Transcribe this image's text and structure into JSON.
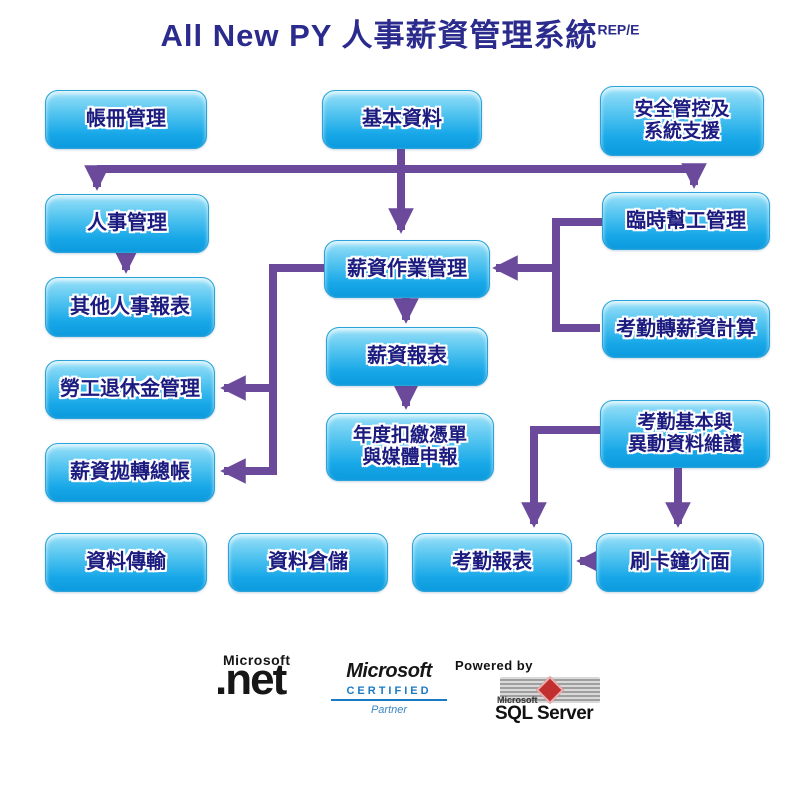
{
  "title": {
    "main": "All New PY 人事薪資管理系統",
    "sup": "REP/E"
  },
  "nodes": {
    "account_book": {
      "label": "帳冊管理"
    },
    "basic_data": {
      "label": "基本資料"
    },
    "security": {
      "line1": "安全管控及",
      "line2": "系統支援"
    },
    "personnel": {
      "label": "人事管理"
    },
    "temp_worker": {
      "label": "臨時幫工管理"
    },
    "payroll_ops": {
      "label": "薪資作業管理"
    },
    "other_personnel_reports": {
      "label": "其他人事報表"
    },
    "attendance_to_salary": {
      "label": "考勤轉薪資計算"
    },
    "salary_reports": {
      "label": "薪資報表"
    },
    "pension": {
      "label": "勞工退休金管理"
    },
    "annual_withholding": {
      "line1": "年度扣繳憑單",
      "line2": "與媒體申報"
    },
    "ledger_transfer": {
      "label": "薪資拋轉總帳"
    },
    "attendance_maintenance": {
      "line1": "考勤基本與",
      "line2": "異動資料維護"
    },
    "data_transmission": {
      "label": "資料傳輸"
    },
    "data_warehouse": {
      "label": "資料倉儲"
    },
    "attendance_reports": {
      "label": "考勤報表"
    },
    "card_clock": {
      "label": "刷卡鐘介面"
    }
  },
  "logos": {
    "dotnet": {
      "brand": "Microsoft",
      "product": ".net"
    },
    "certified": {
      "brand": "Microsoft",
      "level": "CERTIFIED",
      "type": "Partner"
    },
    "sql": {
      "powered": "Powered by",
      "brand": "Microsoft",
      "product": "SQL Server"
    }
  },
  "colors": {
    "title_text": "#2b2b8e",
    "box_gradient_top": "#9ce1f9",
    "box_gradient_bottom": "#0b9add",
    "box_text": "#1b1b80",
    "arrow": "#6b4a9b",
    "certified_blue": "#1a7ac4",
    "sql_red": "#c22f2f"
  }
}
